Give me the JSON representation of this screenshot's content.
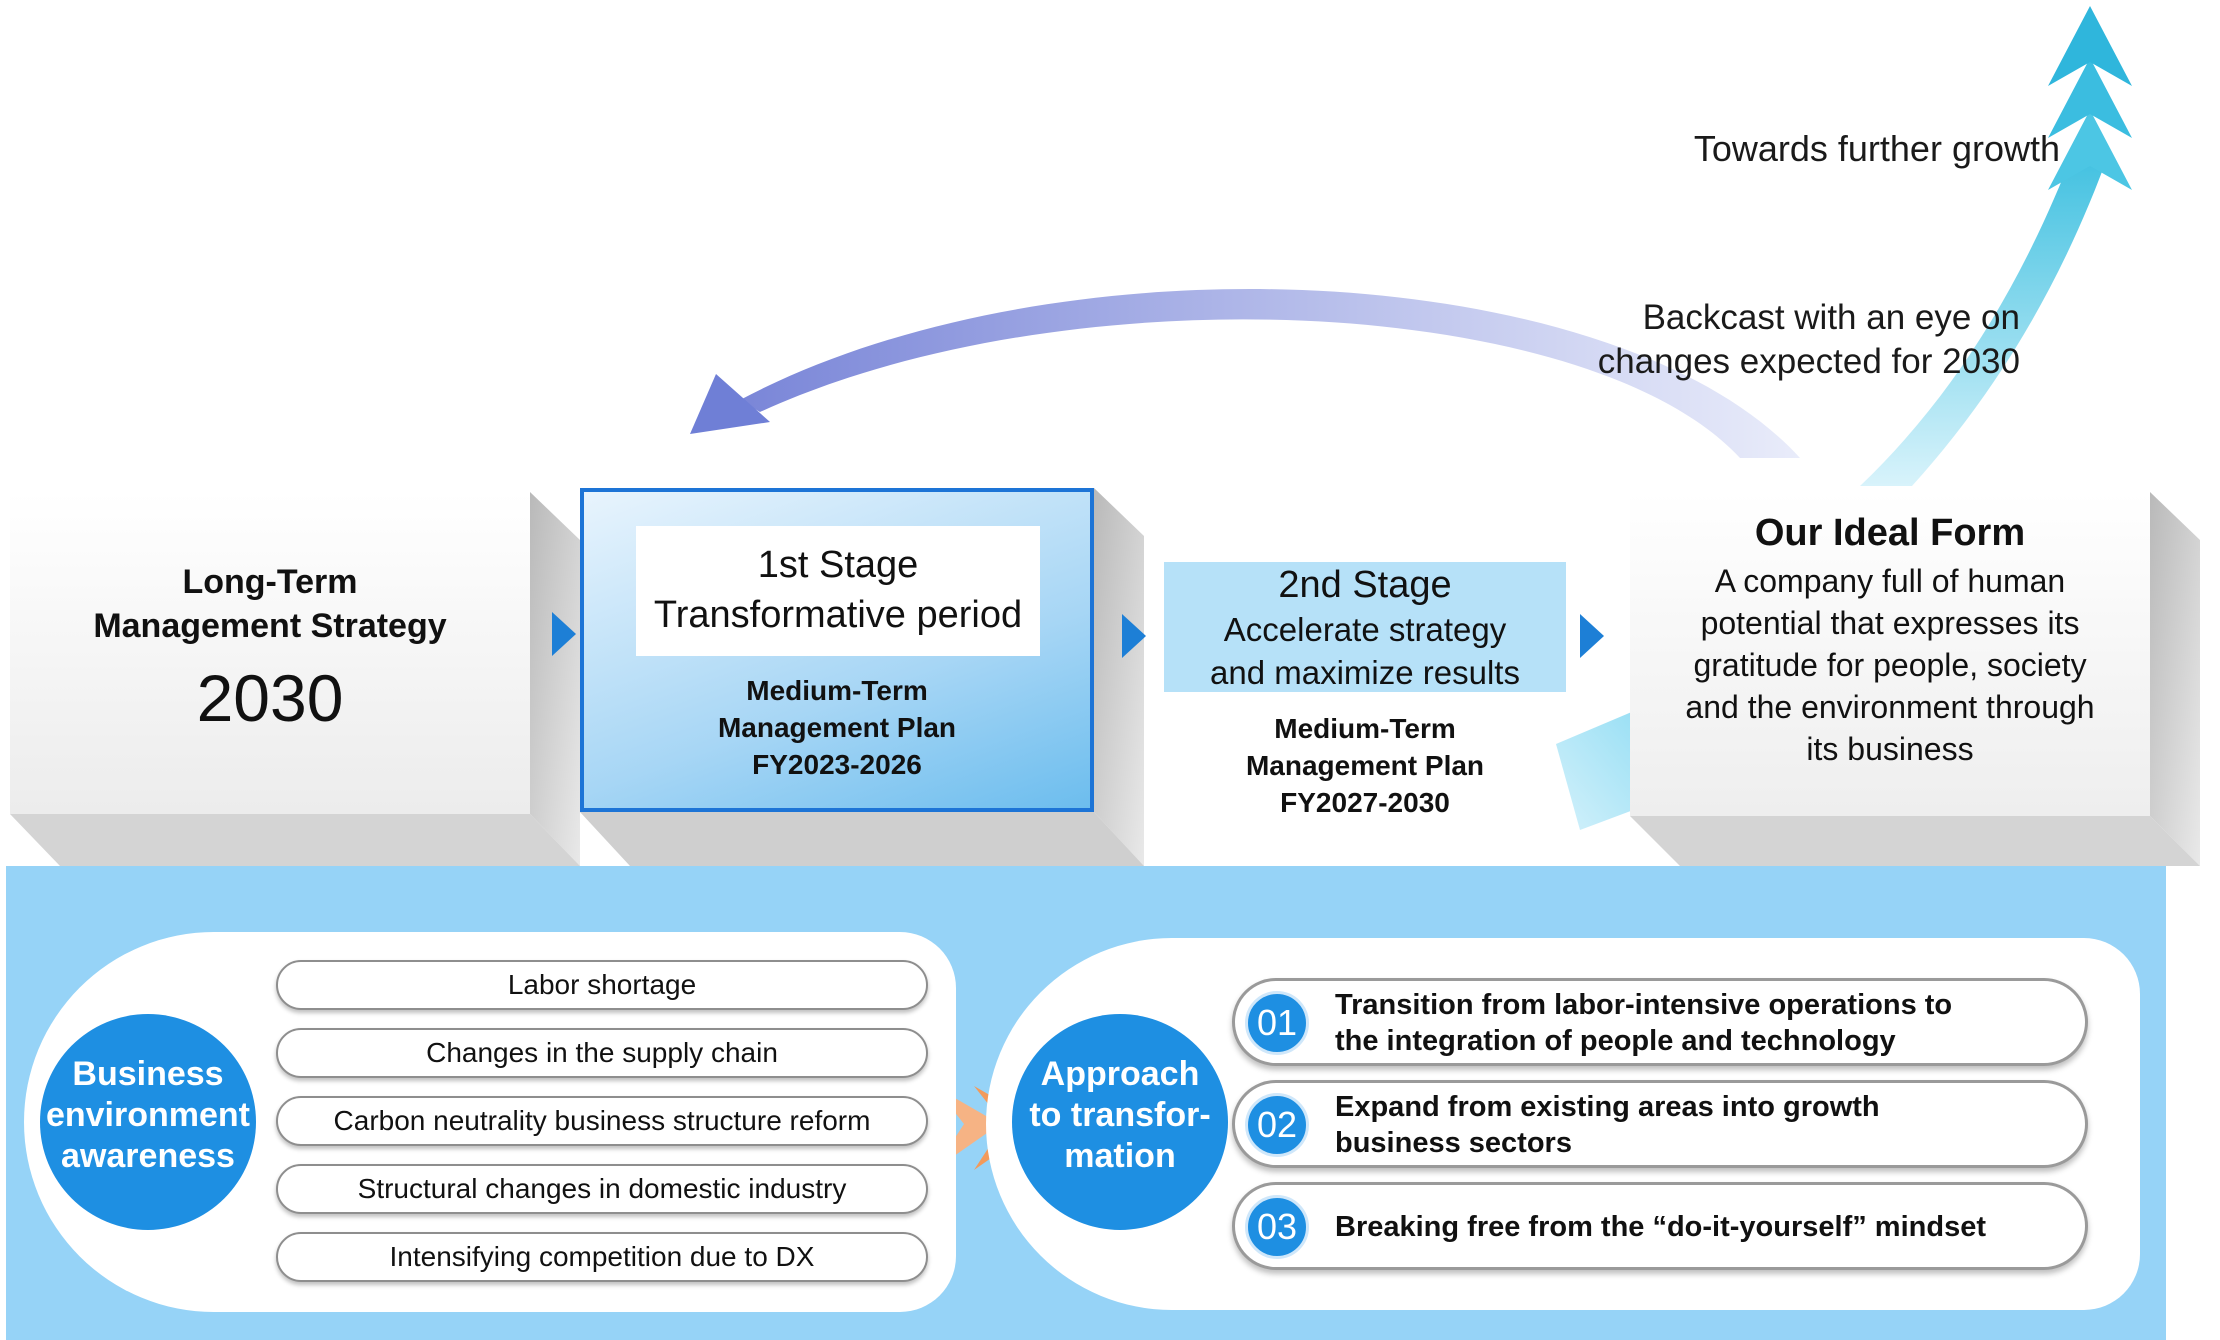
{
  "top": {
    "growth_label": "Towards further growth",
    "backcast_line1": "Backcast with an eye on",
    "backcast_line2": "changes expected for 2030"
  },
  "stages": {
    "long_term": {
      "title_line1": "Long-Term",
      "title_line2": "Management Strategy",
      "year": "2030"
    },
    "stage1": {
      "title": "1st Stage",
      "subtitle": "Transformative period",
      "plan_line1": "Medium-Term",
      "plan_line2": "Management Plan",
      "plan_line3": "FY2023-2026"
    },
    "stage2": {
      "title": "2nd Stage",
      "subtitle_line1": "Accelerate strategy",
      "subtitle_line2": "and maximize results",
      "plan_line1": "Medium-Term",
      "plan_line2": "Management Plan",
      "plan_line3": "FY2027-2030"
    },
    "ideal": {
      "title": "Our Ideal Form",
      "body_line1": "A company full of human",
      "body_line2": "potential that expresses its",
      "body_line3": "gratitude for people, society",
      "body_line4": "and the environment through",
      "body_line5": "its business"
    }
  },
  "business_environment": {
    "label_line1": "Business",
    "label_line2": "environment",
    "label_line3": "awareness",
    "items": [
      "Labor shortage",
      "Changes in the supply chain",
      "Carbon neutrality business structure reform",
      "Structural changes in domestic industry",
      "Intensifying competition due to DX"
    ]
  },
  "approach": {
    "label_line1": "Approach",
    "label_line2": "to transfor-",
    "label_line3": "mation",
    "items": [
      {
        "number": "01",
        "line1": "Transition from labor-intensive operations to",
        "line2": "the integration of people and technology"
      },
      {
        "number": "02",
        "line1": "Expand from existing areas into growth",
        "line2": "business sectors"
      },
      {
        "number": "03",
        "line1": "Breaking free from the “do-it-yourself” mindset",
        "line2": ""
      }
    ]
  },
  "colors": {
    "accent_blue": "#1e8fe2",
    "panel_blue": "#96d3f7",
    "stage1_border": "#1d74d6",
    "chevron_orange": "#f39a5a"
  }
}
